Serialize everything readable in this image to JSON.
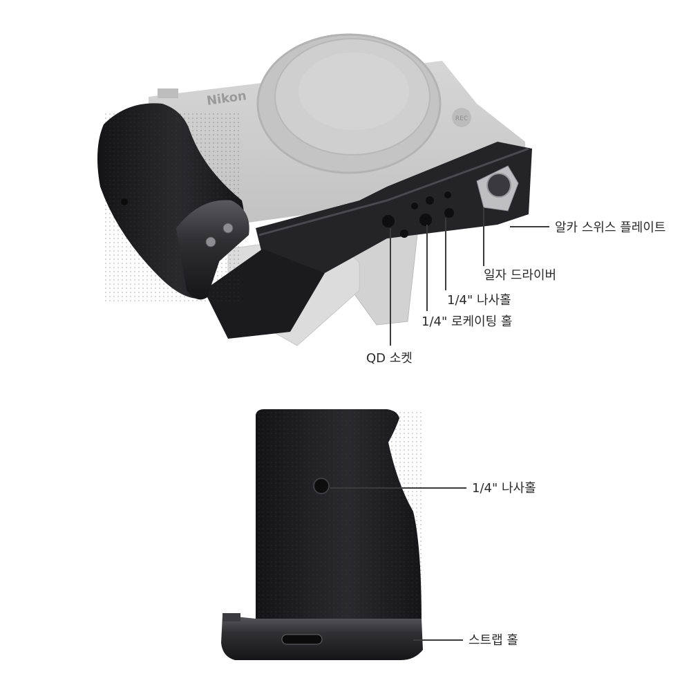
{
  "brand": {
    "camera_logo": "Nikon",
    "rec_button": "REC"
  },
  "labels": {
    "arca_plate": "알카 스위스 플레이트",
    "flat_driver": "일자 드라이버",
    "screw_hole_top": "1/4\" 나사홀",
    "locating_hole": "1/4\" 로케이팅 홀",
    "qd_socket": "QD 소켓",
    "screw_hole_grip": "1/4\" 나사홀",
    "strap_hole": "스트랩 홀"
  },
  "colors": {
    "camera_body": "#c9c9c9",
    "grip_rubber": "#1f1f21",
    "metal_cage": "#2b2b2e",
    "leader_line": "#3a3a3a",
    "label_text": "#2a2a2a"
  }
}
